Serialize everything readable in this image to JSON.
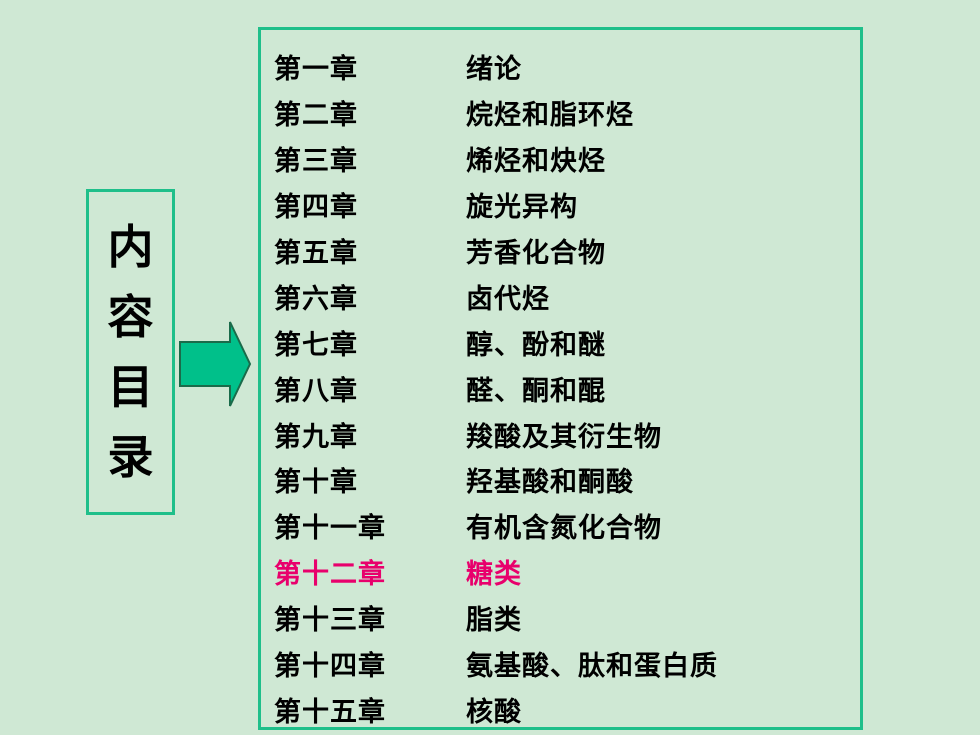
{
  "side_title": [
    "内",
    "容",
    "目",
    "录"
  ],
  "toc": [
    {
      "chapter": "第一章",
      "title": "绪论",
      "active": false
    },
    {
      "chapter": "第二章",
      "title": "烷烃和脂环烃",
      "active": false
    },
    {
      "chapter": "第三章",
      "title": "烯烃和炔烃",
      "active": false
    },
    {
      "chapter": "第四章",
      "title": "旋光异构",
      "active": false
    },
    {
      "chapter": "第五章",
      "title": "芳香化合物",
      "active": false
    },
    {
      "chapter": "第六章",
      "title": "卤代烃",
      "active": false
    },
    {
      "chapter": "第七章",
      "title": "醇、酚和醚",
      "active": false
    },
    {
      "chapter": "第八章",
      "title": "醛、酮和醌",
      "active": false
    },
    {
      "chapter": "第九章",
      "title": "羧酸及其衍生物",
      "active": false
    },
    {
      "chapter": "第十章",
      "title": "羟基酸和酮酸",
      "active": false
    },
    {
      "chapter": "第十一章",
      "title": "有机含氮化合物",
      "active": false
    },
    {
      "chapter": "第十二章",
      "title": "糖类",
      "active": true
    },
    {
      "chapter": "第十三章",
      "title": "脂类",
      "active": false
    },
    {
      "chapter": "第十四章",
      "title": "氨基酸、肽和蛋白质",
      "active": false
    },
    {
      "chapter": "第十五章",
      "title": "核酸",
      "active": false
    }
  ],
  "colors": {
    "background": "#cfe8d4",
    "border": "#1fbf8a",
    "arrow_fill": "#00c08a",
    "highlight": "#e8006c"
  }
}
